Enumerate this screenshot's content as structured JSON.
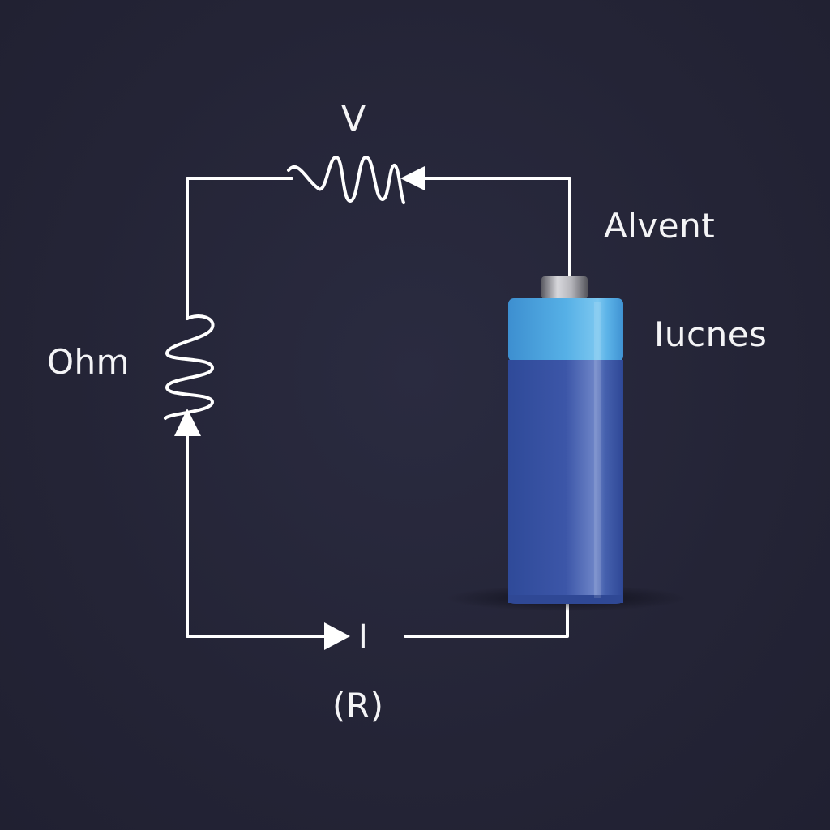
{
  "labels": {
    "voltage": "V",
    "battery_top": "Alvent",
    "battery_side": "Iucnes",
    "resistor_left": "Ohm",
    "current": "I",
    "resistance": "(R)"
  },
  "colors": {
    "background": "#252538",
    "wire": "#ffffff",
    "battery_top_band": "#4da6de",
    "battery_body": "#3a55a6",
    "battery_terminal": "#9a9aa0",
    "text": "#f4f4f6"
  },
  "icons": {
    "top_resistor": "resistor-zigzag-icon",
    "left_resistor": "resistor-zigzag-icon",
    "battery": "battery-cell-icon",
    "arrows": "arrowhead-icon"
  }
}
